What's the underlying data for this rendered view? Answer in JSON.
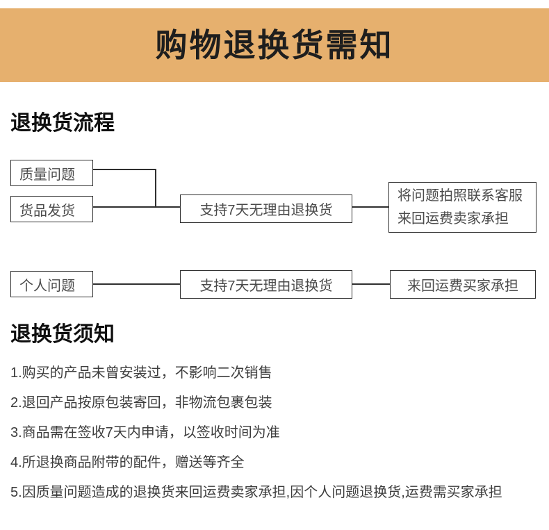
{
  "colors": {
    "banner_bg": "#e6b06e",
    "banner_text": "#1e1e1e",
    "box_border": "#2f2f2f",
    "box_text": "#4a4a4a",
    "body_text": "#3d3d3d"
  },
  "header": {
    "title": "购物退换货需知"
  },
  "process": {
    "title": "退换货流程",
    "row1": {
      "source1": "质量问题",
      "source2": "货品发货",
      "middle": "支持7天无理由退换货",
      "result": "将问题拍照联系客服\n来回运费卖家承担"
    },
    "row2": {
      "source": "个人问题",
      "middle": "支持7天无理由退换货",
      "result": "来回运费买家承担"
    }
  },
  "notice": {
    "title": "退换货须知",
    "items": [
      "1.购买的产品未曾安装过，不影响二次销售",
      "2.退回产品按原包装寄回，非物流包裹包装",
      "3.商品需在签收7天内申请，以签收时间为准",
      "4.所退换商品附带的配件，赠送等齐全",
      "5.因质量问题造成的退换货来回运费卖家承担,因个人问题退换货,运费需买家承担"
    ]
  }
}
